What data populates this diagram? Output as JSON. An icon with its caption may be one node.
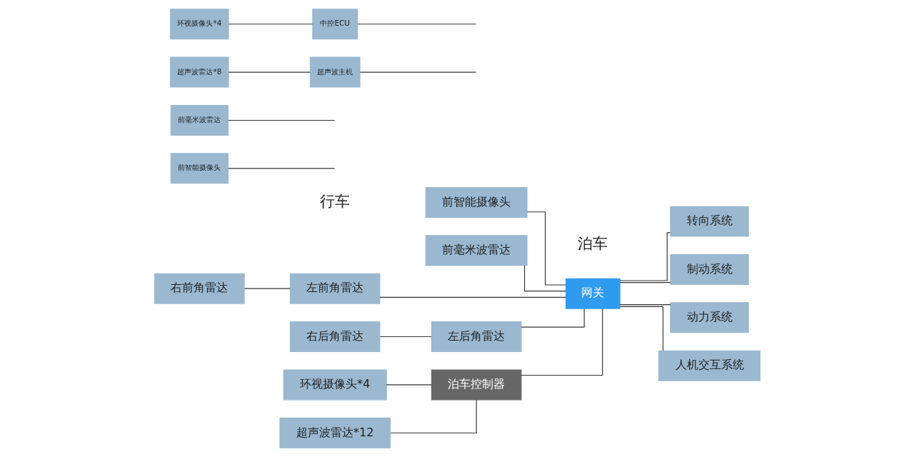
{
  "diagram": {
    "nodes": [
      {
        "text": [
          "前智能摄像头"
        ]
      },
      {
        "text": [
          "前毫米波雷达"
        ]
      },
      {
        "text": [
          "右前角雷达"
        ]
      },
      {
        "text": [
          "左前角雷达"
        ]
      },
      {
        "text": [
          "右后角雷达"
        ]
      },
      {
        "text": [
          "左后角雷达"
        ]
      },
      {
        "text": [
          "环视摄像头*4"
        ]
      },
      {
        "text": [
          "泊车控制器"
        ]
      },
      {
        "text": [
          "超声波雷达*12"
        ]
      },
      {
        "text": [
          "网关"
        ]
      },
      {
        "text": [
          "转向系统"
        ]
      },
      {
        "text": [
          "制动系统"
        ]
      },
      {
        "text": [
          "动力系统"
        ]
      },
      {
        "text": [
          "人机交互系统"
        ]
      },
      {
        "text": [
          "前智能摄像头"
        ]
      },
      {
        "text": [
          "前毫米波雷达"
        ]
      },
      {
        "text": [
          "超声波雷达*8"
        ]
      },
      {
        "text": [
          "超声波主机"
        ]
      },
      {
        "text": [
          "环视摄像头*4"
        ]
      },
      {
        "text": [
          "中控ECU"
        ]
      }
    ],
    "edges": [
      {
        "from": 0,
        "to": 9,
        "arrow": "none"
      },
      {
        "from": 1,
        "to": 9,
        "arrow": "none"
      },
      {
        "from": 2,
        "to": 3,
        "arrow": "none"
      },
      {
        "from": 3,
        "to": 9,
        "arrow": "none"
      },
      {
        "from": 4,
        "to": 5,
        "arrow": "none"
      },
      {
        "from": 5,
        "to": 9,
        "arrow": "none"
      },
      {
        "from": 6,
        "to": 7,
        "arrow": "none"
      },
      {
        "from": 8,
        "to": 7,
        "arrow": "none"
      },
      {
        "from": 7,
        "to": 9,
        "arrow": "none"
      },
      {
        "from": 9,
        "to": 10,
        "arrow": "none"
      },
      {
        "from": 9,
        "to": 11,
        "arrow": "none"
      },
      {
        "from": 9,
        "to": 12,
        "arrow": "none"
      },
      {
        "from": 9,
        "to": 13,
        "arrow": "none"
      },
      {
        "from": 14,
        "to": null,
        "arrow": "none"
      },
      {
        "from": 15,
        "to": null,
        "arrow": "none"
      },
      {
        "from": 16,
        "to": 17,
        "arrow": "none"
      },
      {
        "from": 17,
        "to": null,
        "arrow": "none"
      },
      {
        "from": 18,
        "to": 19,
        "arrow": "none"
      },
      {
        "from": 19,
        "to": null,
        "arrow": "none"
      }
    ],
    "labels": [
      "行车",
      "泊车"
    ]
  }
}
